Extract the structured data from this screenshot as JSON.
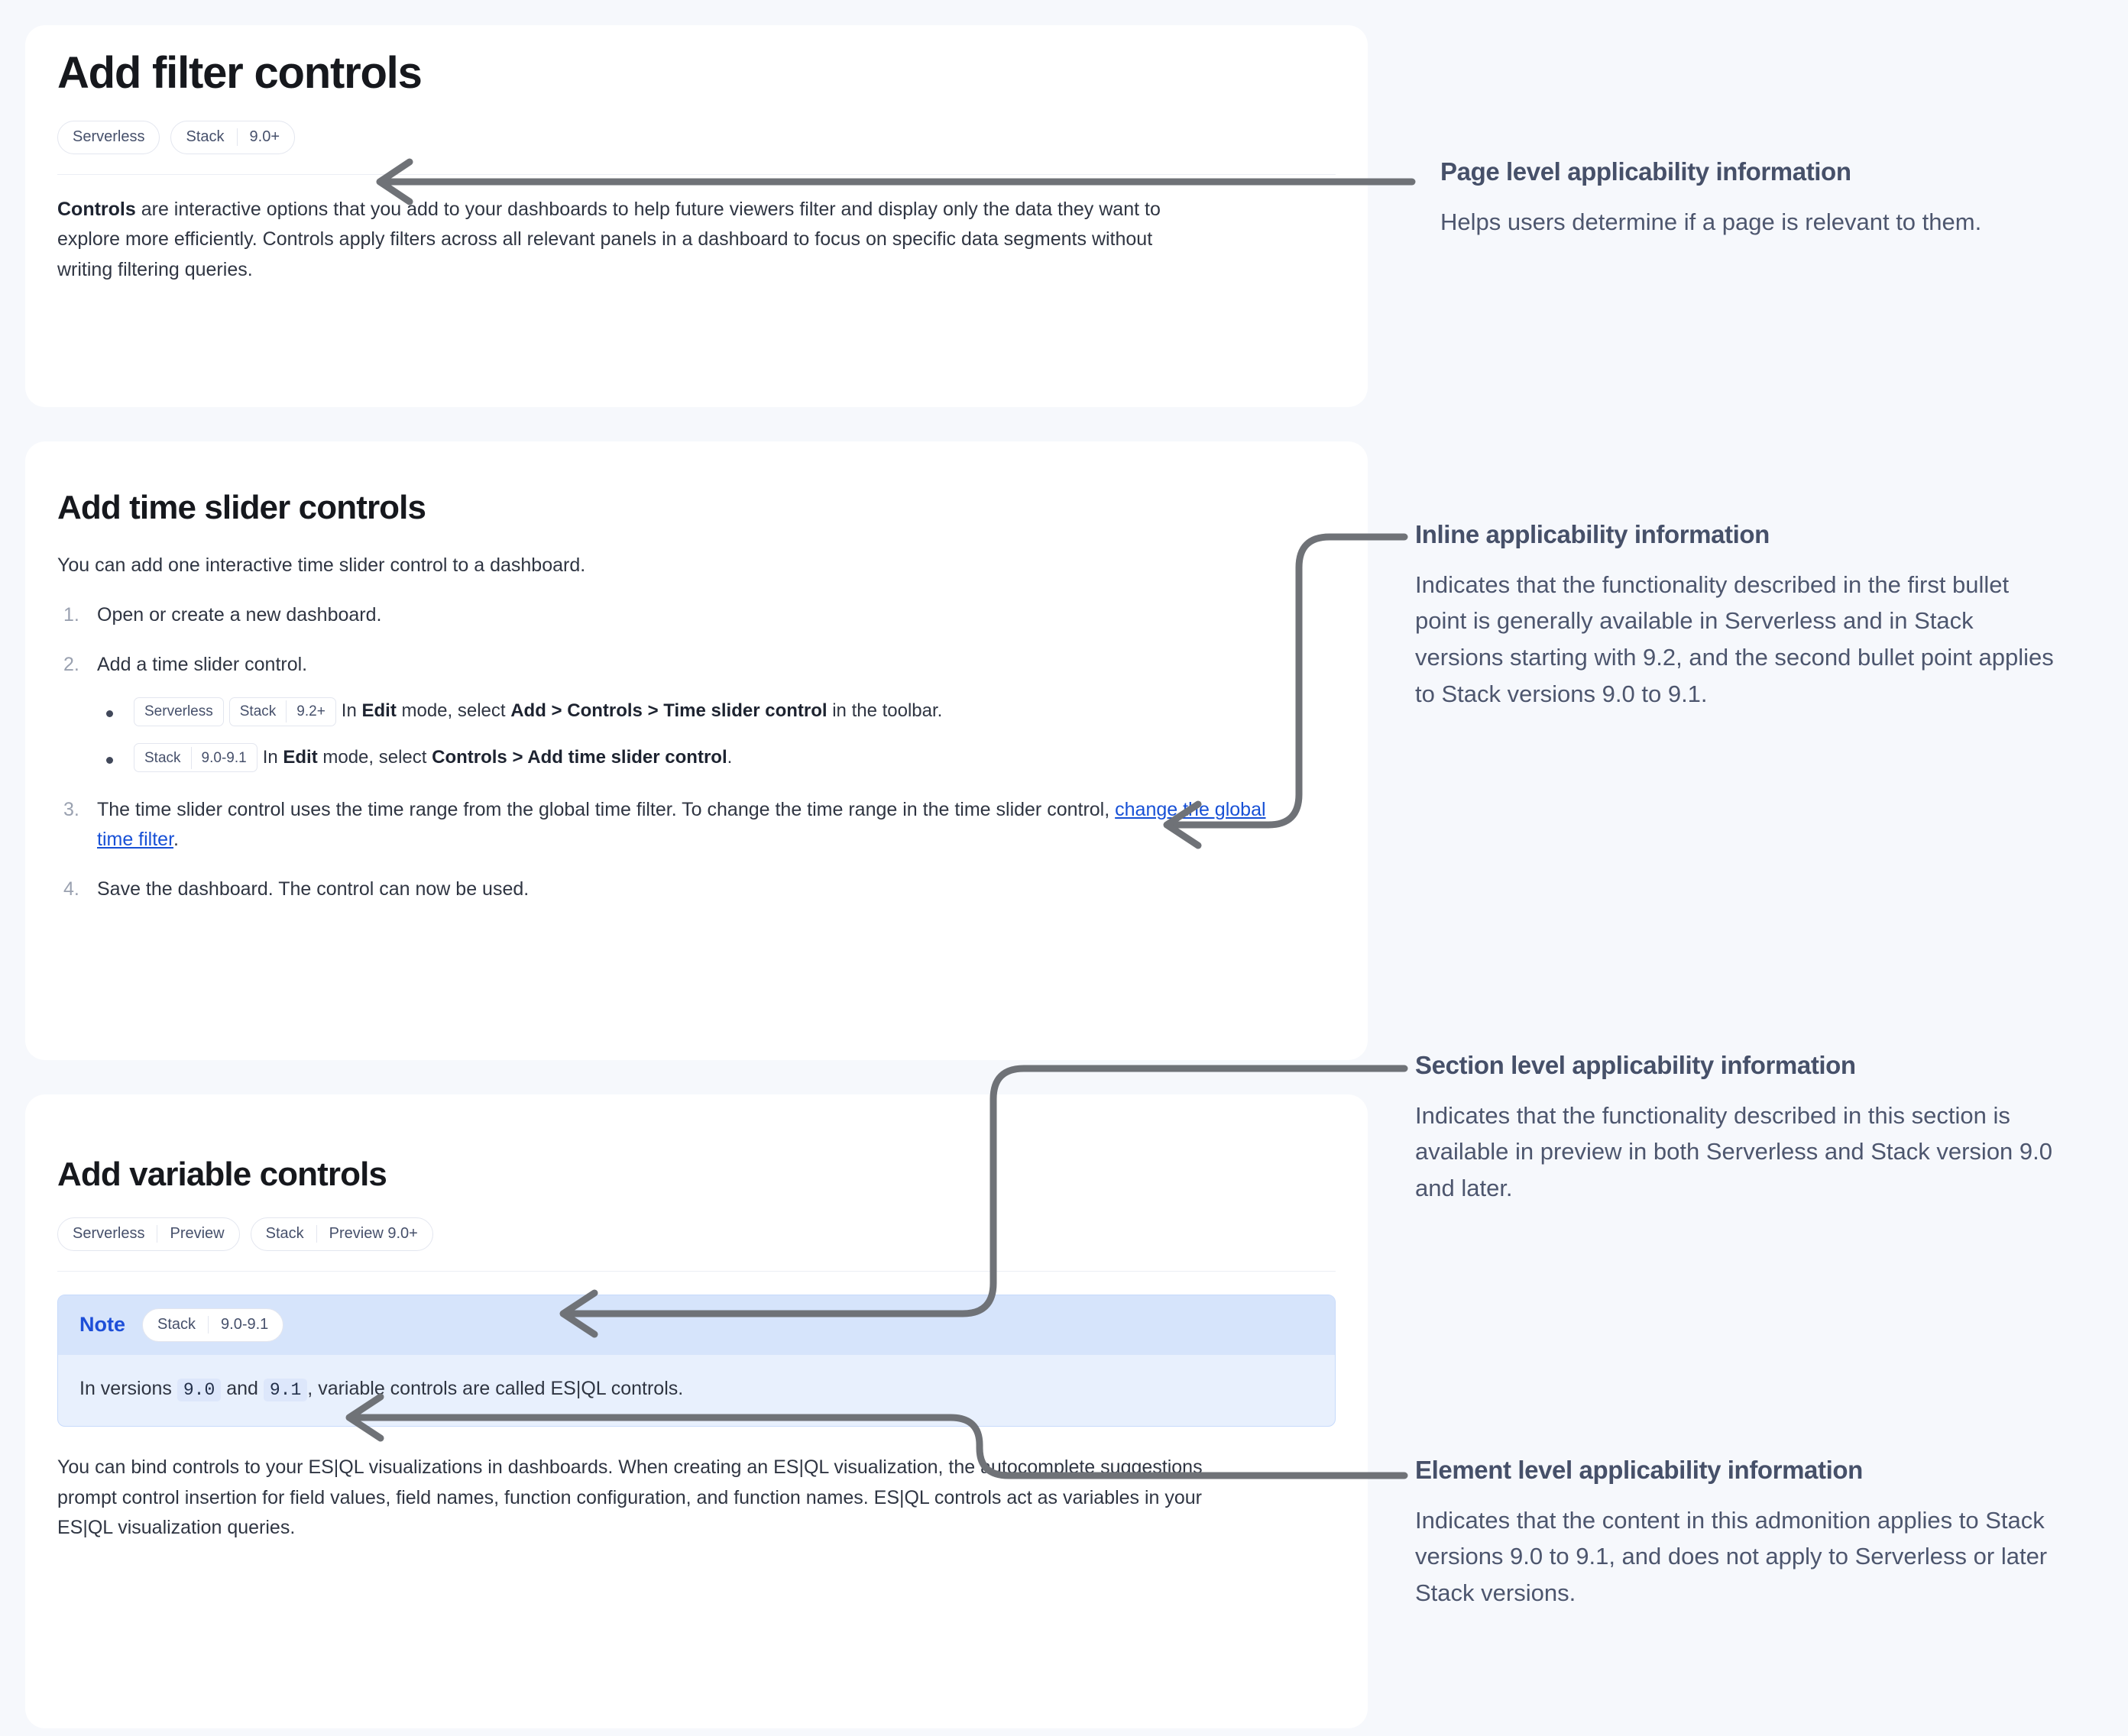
{
  "page": {
    "title": "Add filter controls",
    "applicability": [
      {
        "segments": [
          "Serverless"
        ]
      },
      {
        "segments": [
          "Stack",
          "9.0+"
        ]
      }
    ],
    "intro": {
      "lead": "Controls",
      "rest": " are interactive options that you add to your dashboards to help future viewers filter and display only the data they want to explore more efficiently. Controls apply filters across all relevant panels in a dashboard to focus on specific data segments without writing filtering queries."
    }
  },
  "time_slider_section": {
    "title": "Add time slider controls",
    "intro": "You can add one interactive time slider control to a dashboard.",
    "steps": [
      {
        "text": "Open or create a new dashboard."
      },
      {
        "text": "Add a time slider control."
      },
      {
        "text_before": "The time slider control uses the time range from the global time filter. To change the time range in the time slider control, ",
        "link": "change the global time filter",
        "text_after": "."
      },
      {
        "text": "Save the dashboard. The control can now be used."
      }
    ],
    "bullets": [
      {
        "badges": [
          {
            "segments": [
              "Serverless"
            ]
          },
          {
            "segments": [
              "Stack",
              "9.2+"
            ]
          }
        ],
        "prefix": "In ",
        "b1": "Edit",
        "mid1": " mode, select ",
        "b2": "Add",
        "sep1": " > ",
        "b3": "Controls",
        "sep2": " > ",
        "b4": "Time slider control",
        "suffix": " in the toolbar."
      },
      {
        "badges": [
          {
            "segments": [
              "Stack",
              "9.0-9.1"
            ]
          }
        ],
        "prefix": "In ",
        "b1": "Edit",
        "mid1": " mode, select ",
        "b2": "Controls",
        "sep1": " > ",
        "b3": "Add time slider control",
        "sep2": "",
        "b4": "",
        "suffix": "."
      }
    ]
  },
  "variable_section": {
    "title": "Add variable controls",
    "applicability": [
      {
        "segments": [
          "Serverless",
          "Preview"
        ]
      },
      {
        "segments": [
          "Stack",
          "Preview 9.0+"
        ]
      }
    ],
    "note": {
      "label": "Note",
      "badge": {
        "segments": [
          "Stack",
          "9.0-9.1"
        ]
      },
      "text_1": "In versions ",
      "code_1": "9.0",
      "text_2": " and ",
      "code_2": "9.1",
      "text_3": ", variable controls are called ES|QL controls."
    },
    "body": "You can bind controls to your ES|QL visualizations in dashboards. When creating an ES|QL visualization, the autocomplete suggestions prompt control insertion for field values, field names, function configuration, and function names. ES|QL controls act as variables in your ES|QL visualization queries."
  },
  "annotations": [
    {
      "heading": "Page level applicability information",
      "body": "Helps users determine if a page is relevant to them."
    },
    {
      "heading": "Inline applicability information",
      "body": "Indicates that the functionality described in the first bullet point is generally available in Serverless and in Stack versions starting with 9.2, and the second bullet point applies to Stack versions 9.0 to 9.1."
    },
    {
      "heading": "Section level applicability information",
      "body": "Indicates that the functionality described in this section is available in preview in both Serverless and Stack version 9.0 and later."
    },
    {
      "heading": "Element level applicability information",
      "body": "Indicates that the content in this admonition applies to Stack versions 9.0 to 9.1, and does not apply to Serverless or later Stack versions."
    }
  ],
  "colors": {
    "page_background": "#f6f8fc",
    "card_background": "#ffffff",
    "leader_line": "#6f7277",
    "annotation_heading": "#465069",
    "link": "#1750d6",
    "note_header": "#d6e4fb",
    "note_body": "#e8f0fd",
    "note_label": "#1d4ed8"
  }
}
